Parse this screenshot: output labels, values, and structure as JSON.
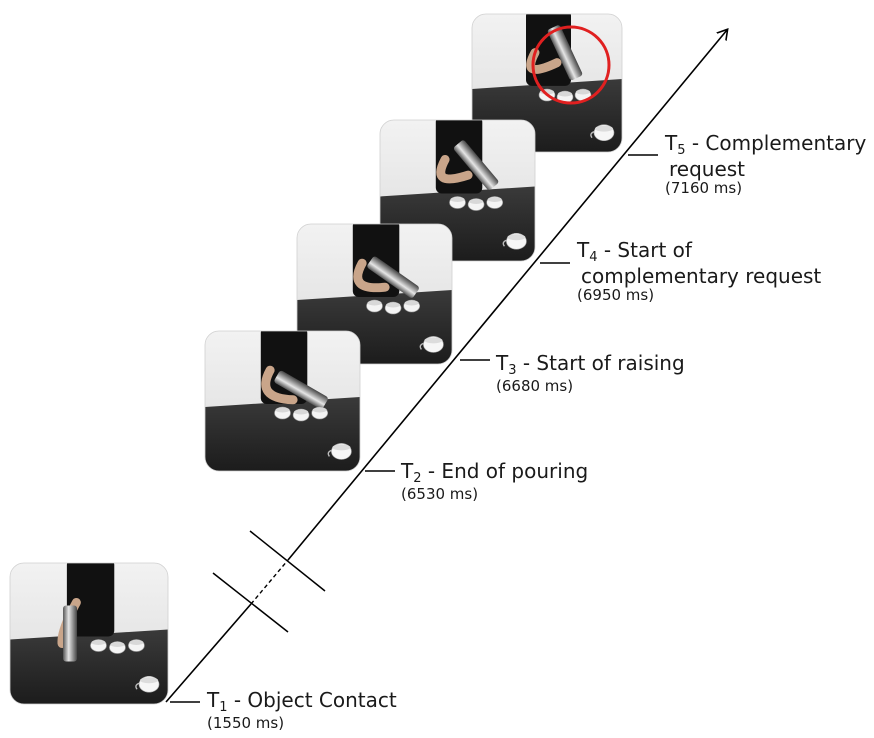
{
  "timepoints": [
    {
      "id": "T",
      "sub": "1",
      "title": " - Object Contact",
      "time": "(1550 ms)"
    },
    {
      "id": "T",
      "sub": "2",
      "title": " - End of pouring",
      "time": "(6530 ms)"
    },
    {
      "id": "T",
      "sub": "3",
      "title": " - Start of raising",
      "time": "(6680 ms)"
    },
    {
      "id": "T",
      "sub": "4",
      "title": " - Start of",
      "title2": "complementary request",
      "time": "(6950 ms)"
    },
    {
      "id": "T",
      "sub": "5",
      "title": " - Complementary",
      "title2": "request",
      "time": "(7160 ms)"
    }
  ],
  "frames": [
    {
      "name": "frame-object-contact",
      "scene": "standing-holding-thermos",
      "highlight": false
    },
    {
      "name": "frame-end-of-pouring",
      "scene": "pouring",
      "highlight": false
    },
    {
      "name": "frame-start-of-raising",
      "scene": "raising",
      "highlight": false
    },
    {
      "name": "frame-start-of-complementary-request",
      "scene": "raising-higher",
      "highlight": false
    },
    {
      "name": "frame-complementary-request",
      "scene": "thermos-near-cups",
      "highlight": true
    }
  ],
  "colors": {
    "line": "#000000",
    "table": "#2b2b2b",
    "wall": "#efefef",
    "shirt": "#111111",
    "skin": "#c9a58a",
    "highlight": "#e02020"
  }
}
